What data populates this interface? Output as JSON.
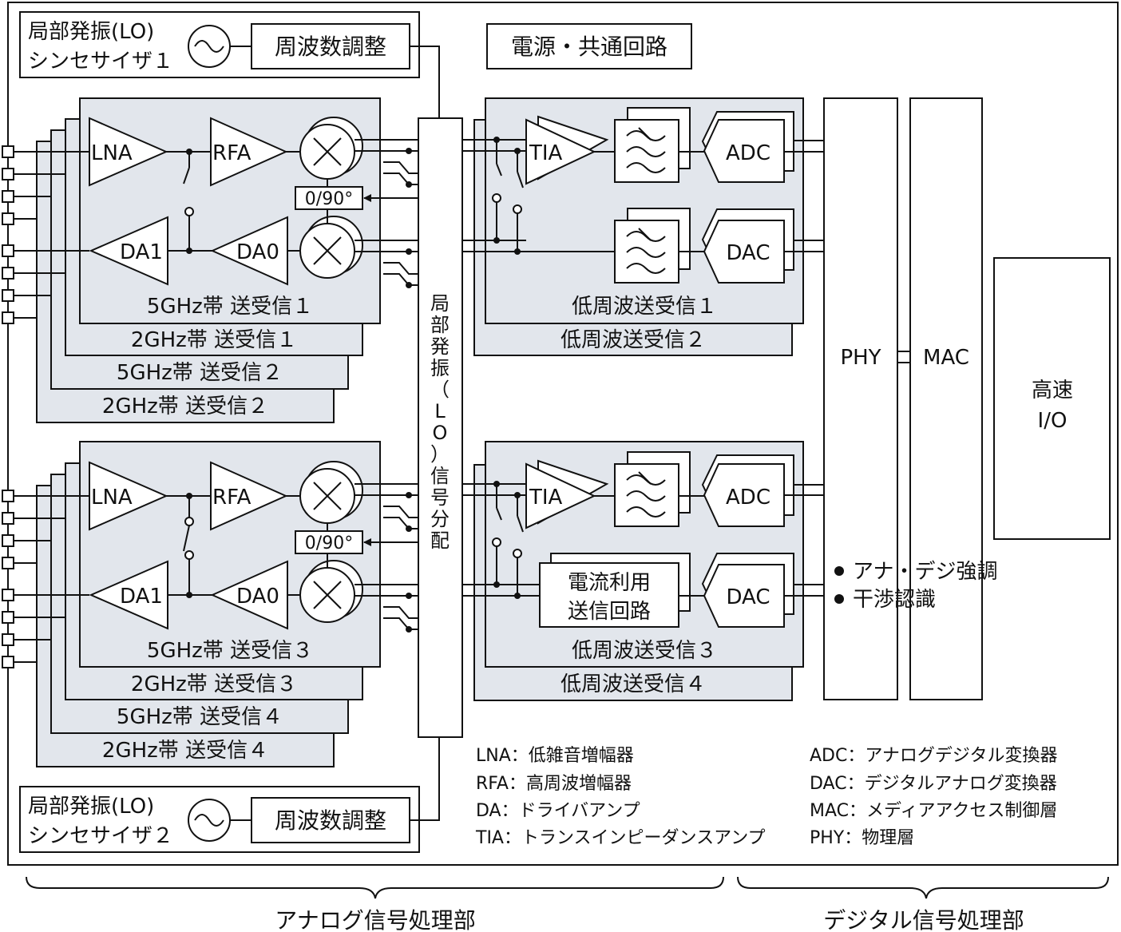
{
  "lo_synth": [
    {
      "line1": "局部発振(LO)",
      "line2": "シンセサイザ１",
      "freq_label": "周波数調整"
    },
    {
      "line1": "局部発振(LO)",
      "line2": "シンセサイザ２",
      "freq_label": "周波数調整"
    }
  ],
  "power_label": "電源・共通回路",
  "lo_dist_chars": [
    "局",
    "部",
    "発",
    "振",
    "（",
    "L",
    "O",
    "）",
    "信",
    "号",
    "分",
    "配"
  ],
  "rf_groups": [
    {
      "stack_labels": [
        "5GHz帯 送受信１",
        "2GHz帯 送受信１",
        "5GHz帯 送受信２",
        "2GHz帯 送受信２"
      ]
    },
    {
      "stack_labels": [
        "5GHz帯 送受信３",
        "2GHz帯 送受信３",
        "5GHz帯 送受信４",
        "2GHz帯 送受信４"
      ]
    }
  ],
  "blocks": {
    "lna": "LNA",
    "rfa": "RFA",
    "da1": "DA1",
    "da0": "DA0",
    "phase": "0/90°",
    "tia": "TIA",
    "adc": "ADC",
    "dac": "DAC",
    "current_tx_line1": "電流利用",
    "current_tx_line2": "送信回路"
  },
  "lf_groups": [
    {
      "stack_labels": [
        "低周波送受信１",
        "低周波送受信２"
      ]
    },
    {
      "stack_labels": [
        "低周波送受信３",
        "低周波送受信４"
      ]
    }
  ],
  "digital": {
    "phy": "PHY",
    "mac": "MAC",
    "io_line1": "高速",
    "io_line2": "I/O"
  },
  "features": [
    "アナ・デジ強調",
    "干渉認識"
  ],
  "legend_left": [
    "LNA：低雑音増幅器",
    "RFA：高周波増幅器",
    "DA：ドライバアンプ",
    "TIA：トランスインピーダンスアンプ"
  ],
  "legend_right": [
    "ADC：アナログデジタル変換器",
    "DAC：デジタルアナログ変換器",
    "MAC：メディアアクセス制御層",
    "PHY：物理層"
  ],
  "section_labels": {
    "analog": "アナログ信号処理部",
    "digital": "デジタル信号処理部"
  }
}
